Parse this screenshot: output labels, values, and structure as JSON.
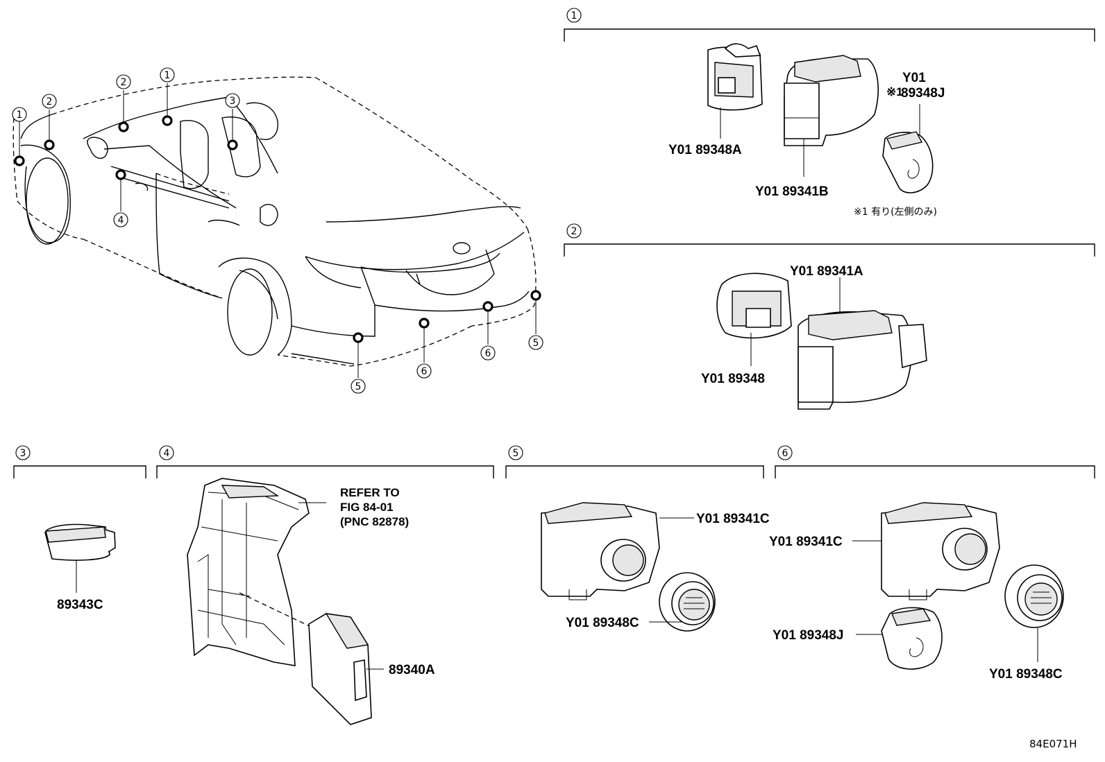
{
  "diagram_code": "84E071H",
  "callouts": {
    "n1": "1",
    "n2": "2",
    "n3": "3",
    "n4": "4",
    "n5": "5",
    "n6": "6"
  },
  "sections": {
    "s1": {
      "number": "1",
      "parts": {
        "retainer": "Y01 89348A",
        "sensor": "Y01 89341B",
        "cover_line1": "Y01",
        "cover_line2": "89348J",
        "cover_mark": "※1"
      },
      "note": "※1 有り(左側のみ)"
    },
    "s2": {
      "number": "2",
      "parts": {
        "sensor": "Y01 89341A",
        "retainer": "Y01 89348"
      }
    },
    "s3": {
      "number": "3",
      "parts": {
        "switch": "89343C"
      }
    },
    "s4": {
      "number": "4",
      "refer_line1": "REFER TO",
      "refer_line2": "FIG 84-01",
      "refer_line3": "(PNC 82878)",
      "parts": {
        "ecu": "89340A"
      }
    },
    "s5": {
      "number": "5",
      "parts": {
        "sensor": "Y01 89341C",
        "retainer": "Y01 89348C"
      }
    },
    "s6": {
      "number": "6",
      "parts": {
        "sensor": "Y01 89341C",
        "cover": "Y01 89348J",
        "retainer": "Y01 89348C"
      }
    }
  }
}
